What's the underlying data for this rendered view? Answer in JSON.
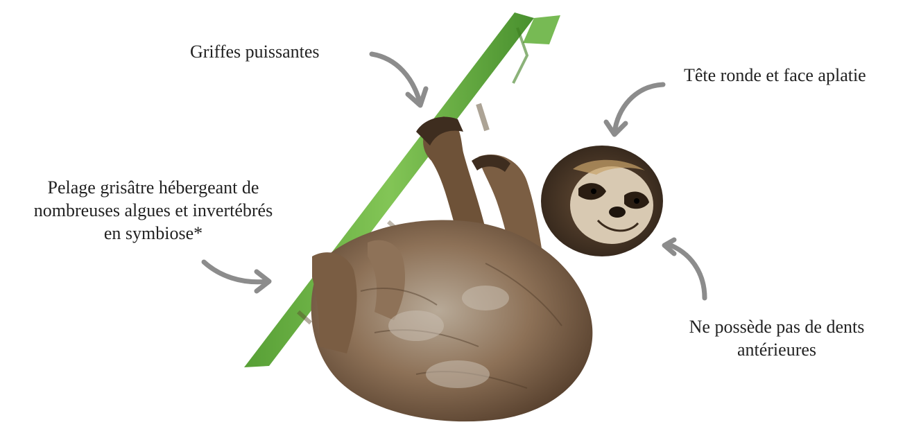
{
  "labels": {
    "claws": {
      "text": "Griffes puissantes"
    },
    "head": {
      "text": "Tête ronde et face aplatie"
    },
    "fur": {
      "lines": [
        "Pelage grisâtre hébergeant de",
        "nombreuses algues et invertébrés",
        "en symbiose*"
      ]
    },
    "teeth": {
      "lines": [
        "Ne possède pas de dents",
        "antérieures"
      ]
    }
  },
  "colors": {
    "arrow": "#8c8c8c",
    "branch": "#6db33f",
    "fur_dark": "#5a4330",
    "fur_mid": "#8a6a4c",
    "fur_light": "#b9ab9a",
    "face": "#d8c9b2",
    "text": "#222222"
  },
  "icons": [
    "arrow-claws-icon",
    "arrow-head-icon",
    "arrow-fur-icon",
    "arrow-teeth-icon"
  ]
}
